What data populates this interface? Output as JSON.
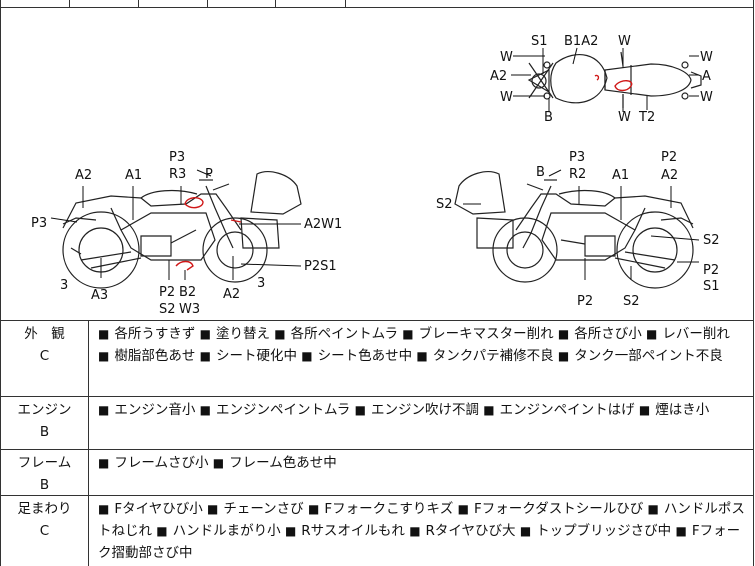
{
  "diagram": {
    "top_view_labels": [
      "S1",
      "B1A2",
      "W",
      "W",
      "W",
      "A2",
      "W",
      "B",
      "W",
      "T2",
      "W",
      "A",
      "W"
    ],
    "left_view_labels": [
      "P3",
      "R3",
      "P",
      "A2",
      "A1",
      "P3",
      "A2W1",
      "3",
      "A3",
      "P2",
      "B2",
      "S2",
      "W3",
      "A2",
      "3",
      "P2S1"
    ],
    "right_view_labels": [
      "P3",
      "B",
      "R2",
      "A1",
      "P2",
      "A2",
      "S2",
      "S2",
      "P2",
      "S1",
      "P2",
      "S2",
      "S2"
    ],
    "damage_color": "#d01818"
  },
  "rows": [
    {
      "category": "外　観",
      "grade": "C",
      "items": [
        "各所うすきず",
        "塗り替え",
        "各所ペイントムラ",
        "ブレーキマスター削れ",
        "各所さび小",
        "レバー削れ",
        "樹脂部色あせ",
        "シート硬化中",
        "シート色あせ中",
        "タンクパテ補修不良",
        "タンク一部ペイント不良"
      ]
    },
    {
      "category": "エンジン",
      "grade": "B",
      "items": [
        "エンジン音小",
        "エンジンペイントムラ",
        "エンジン吹け不調",
        "エンジンペイントはげ",
        "煙はき小"
      ]
    },
    {
      "category": "フレーム",
      "grade": "B",
      "items": [
        "フレームさび小",
        "フレーム色あせ中"
      ]
    },
    {
      "category": "足まわり",
      "grade": "C",
      "items": [
        "Fタイヤひび小",
        "チェーンさび",
        "Fフォークこすりキズ",
        "Fフォークダストシールひび",
        "ハンドルポストねじれ",
        "ハンドルまがり小",
        "Rサスオイルもれ",
        "Rタイヤひび大",
        "トップブリッジさび中",
        "Fフォーク摺動部さび中"
      ]
    }
  ]
}
